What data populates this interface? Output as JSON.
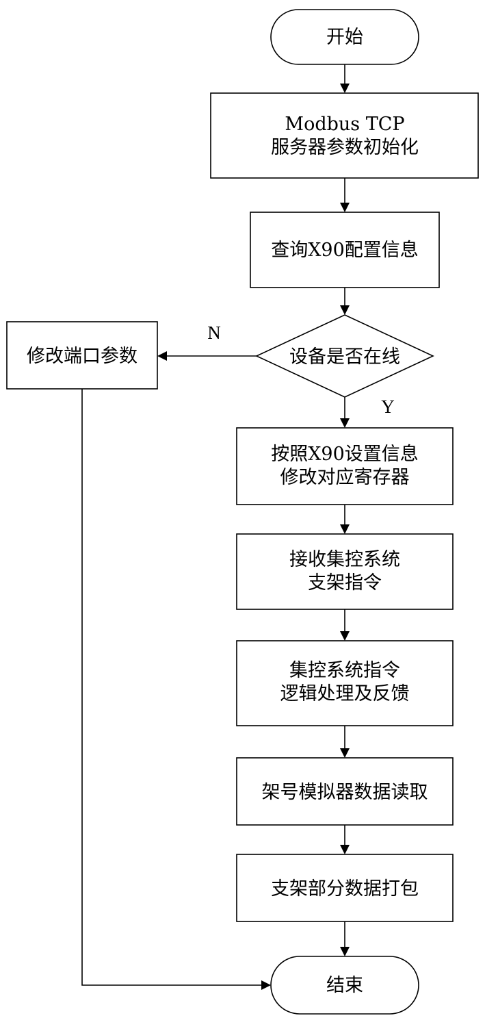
{
  "nodes": {
    "start": "开始",
    "init_line1": "Modbus TCP",
    "init_line2": "服务器参数初始化",
    "query": "查询X90配置信息",
    "decision": "设备是否在线",
    "modify_port": "修改端口参数",
    "modify_reg_line1": "按照X90设置信息",
    "modify_reg_line2": "修改对应寄存器",
    "receive_line1": "接收集控系统",
    "receive_line2": "支架指令",
    "logic_line1": "集控系统指令",
    "logic_line2": "逻辑处理及反馈",
    "read": "架号模拟器数据读取",
    "pack": "支架部分数据打包",
    "end": "结束"
  },
  "branches": {
    "no": "N",
    "yes": "Y"
  }
}
